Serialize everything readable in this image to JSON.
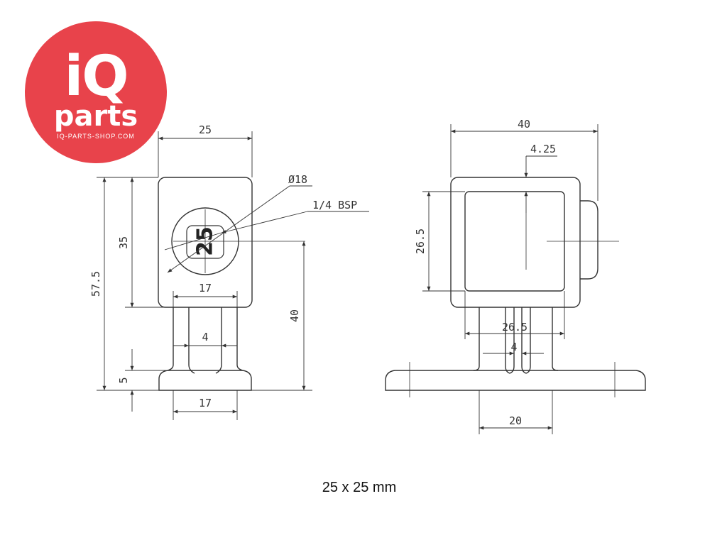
{
  "logo": {
    "brand_iq": "iQ",
    "brand_parts": "parts",
    "domain": "IQ-PARTS-SHOP.COM",
    "color": "#e8434b"
  },
  "caption": "25 x 25 mm",
  "front_view": {
    "width": "25",
    "height_total": "57.5",
    "height_body": "35",
    "hole_diameter": "Ø18",
    "thread": "1/4 BSP",
    "stamp": "25",
    "stem_width": "17",
    "stem_gap": "4",
    "base_thickness": "5",
    "base_width": "17",
    "center_height": "40"
  },
  "side_view": {
    "width": "40",
    "wall_offset": "4.25",
    "inner_height": "26.5",
    "stem_span": "26.5",
    "stem_gap": "4",
    "base_width": "20"
  }
}
